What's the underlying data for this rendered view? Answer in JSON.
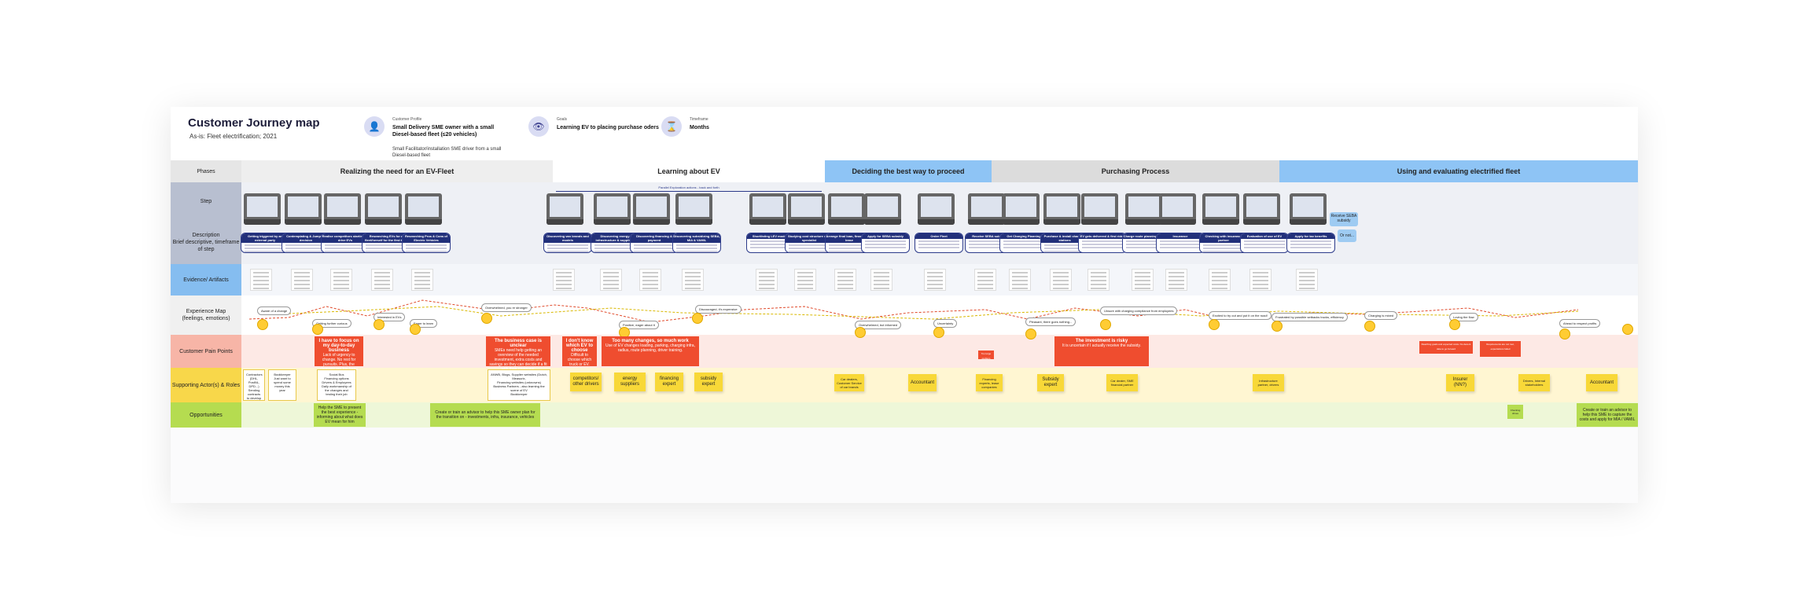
{
  "header": {
    "title": "Customer Journey map",
    "subtitle": "As-is: Fleet electrification; 2021",
    "profile": {
      "label": "Customer Profile",
      "value": "Small Delivery SME owner with a small Diesel-based fleet (≤20 vehicles)",
      "value2": "Small Facilitator/installation SME driver from a small Diesel-based fleet"
    },
    "goals": {
      "label": "Goals",
      "value": "Learning EV to placing purchase oders"
    },
    "timeframe": {
      "label": "Timeframe",
      "value": "Months"
    }
  },
  "row_labels": {
    "phases": "Phases",
    "step": "Step",
    "description": "Description\nBrief descriptive, timeframe of step",
    "evidence": "Evidence/ Artifacts",
    "experience": "Experience Map\n(feelings, emotions)",
    "pain": "Customer Pain Points",
    "actors": "Supporting Actor(s) & Roles",
    "opportunities": "Opportunities"
  },
  "phases": [
    {
      "label": "Realizing the need for an EV-Fleet",
      "color": "#eeeeee"
    },
    {
      "label": "Learning about EV",
      "color": "#ffffff"
    },
    {
      "label": "Deciding the best way to proceed",
      "color": "#8ec4f5"
    },
    {
      "label": "Purchasing Process",
      "color": "#dcdcdc"
    },
    {
      "label": "Using and evaluating electrified fleet",
      "color": "#8ec4f5"
    }
  ],
  "parallel_label": "Parallel Exploration actions - back and forth",
  "steps": [
    "Getting triggered by an external party",
    "Contemplating & Jumping decision",
    "Realise competitors starting to drive EVs",
    "Researching EVs for a fleet/herself for the first time",
    "Researching Pros & Cons of Electric Vehicles",
    "Discovering van brands and models",
    "Discovering energy infrastructure & suppliers",
    "Discovering financing & payment",
    "Discovering subsidizing SEBA, MIA & VAMIL",
    "Shortlisting LEV models",
    "Studying cost structure with specialist",
    "Arrange final loan, financing or lease",
    "Apply for SEBA subsidy",
    "Order Fleet",
    "Receive SEBA subsidy",
    "Get Charging Planning",
    "Purchase & install charging stations",
    "EV gets delivered & first rides",
    "Charge route planning & travel",
    "Insurance",
    "Checking with insurance partner",
    "Evaluation of use of EV",
    "Apply for tax benefits"
  ],
  "seba_note": {
    "title": "Receive SEBA subsidy",
    "or": "Or not..."
  },
  "experience_bubbles": [
    "Aware of a change",
    "Getting further curious",
    "Interested in EVs",
    "Eager to learn",
    "Overwhelmed, you re stronger",
    "Positive, eager about it",
    "Discouraged, it's expensive",
    "Overwhelmed, but informed",
    "Uncertainty",
    "Pleasant, there goes nothing...",
    "Unsure with charging compliance from employees",
    "Excited to try out and put it on the road!",
    "Frustrated by possible setbacks trucks, efficiency",
    "Charging is mixed",
    "Loving the flow",
    "Ahead to respect profits"
  ],
  "pain_points": [
    {
      "title": "I have to focus on my day-to-day business",
      "body": "Lack of urgency to change. No rest for pursuits. Plus, the changes are too large processes."
    },
    {
      "title": "The business case is unclear",
      "body": "SMEs need help getting an overview of the needed investment, extra costs and savings so they can decide if a fit with their company."
    },
    {
      "title": "I don't know which EV to choose",
      "body": "Difficult to choose which truck or EV."
    },
    {
      "title": "Too many changes, so much work",
      "body": "Use of EV changes loading, parking, charging infra, radius, route planning, driver training."
    },
    {
      "title": "",
      "body": "Too large problem"
    },
    {
      "title": "The investment is risky",
      "body": "It is uncertain if I actually receive the subsidy."
    },
    {
      "title": "",
      "body": "Reaching goals and expected costs. No decent data to go forward"
    },
    {
      "title": "",
      "body": "Requirements are not met, expectations failed"
    }
  ],
  "actors": [
    {
      "label": "Contractors\n(DHL, PostNL, DPD...)\nSending contracts to develop"
    },
    {
      "label": "Bookkeeper\nJust want to spend some money this year"
    },
    {
      "label": "Social Bus\nFinancing options\nDrivers & Employees\nDaily workmanship of the changes and testing their job"
    },
    {
      "label": "ANWB, Blogs, Supplier websites (Dutch, Measurix,\nFinancing websites (unknowns)\nBusiness Partners - also learning the scene of EV\nBookkeeper"
    },
    {
      "label": "competitors/ other drivers"
    },
    {
      "label": "energy suppliers"
    },
    {
      "label": "financing expert"
    },
    {
      "label": "subsidy expert"
    },
    {
      "label": "Car dealers, Customer Service of car brands"
    },
    {
      "label": "Accountant"
    },
    {
      "label": "Financing experts, lease companies"
    },
    {
      "label": "Subsidy expert"
    },
    {
      "label": "Car dealer, SME financial partner"
    },
    {
      "label": "Infrastructure partner, drivers"
    },
    {
      "label": "Insurer (NN?)"
    },
    {
      "label": "Drivers, Internal stakeholders"
    },
    {
      "label": "Accountant"
    }
  ],
  "opportunities": [
    {
      "label": "Help the SME to present the best experience - informing about what does EV mean for him"
    },
    {
      "label": "Create or train an advisor to help this SME owner plan for the transition on - investments, infra, insurance, vehicles"
    },
    {
      "label": "Checking drives"
    },
    {
      "label": "Create or train an advisor to help this SME to capture the costs and apply for MIA / VAMIL"
    }
  ]
}
